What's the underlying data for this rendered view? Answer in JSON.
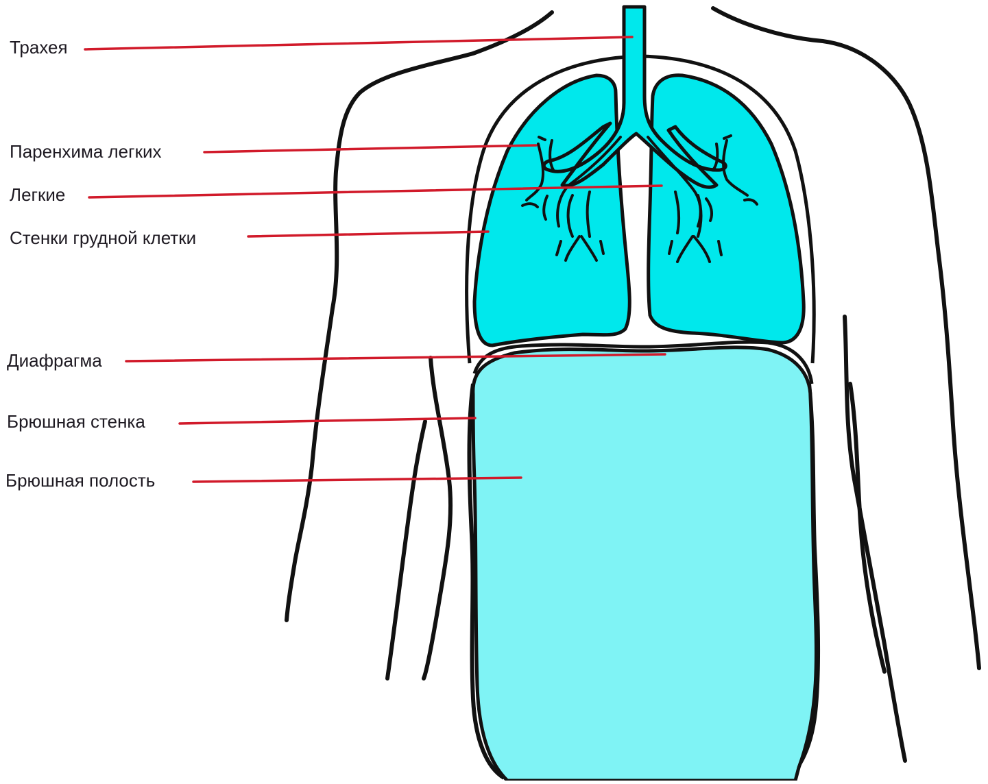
{
  "labels": {
    "trachea": "Трахея",
    "lung_parenchyma": "Паренхима легких",
    "lungs": "Легкие",
    "chest_wall": "Стенки грудной клетки",
    "diaphragm": "Диафрагма",
    "abdominal_wall": "Брюшная стенка",
    "abdominal_cavity": "Брюшная полость"
  },
  "colors": {
    "leader_line": "#d11a2a",
    "lung_fill": "#00e8ec",
    "abdomen_fill": "#7ff3f5",
    "outline": "#111111",
    "label_text": "#1e1a22"
  }
}
